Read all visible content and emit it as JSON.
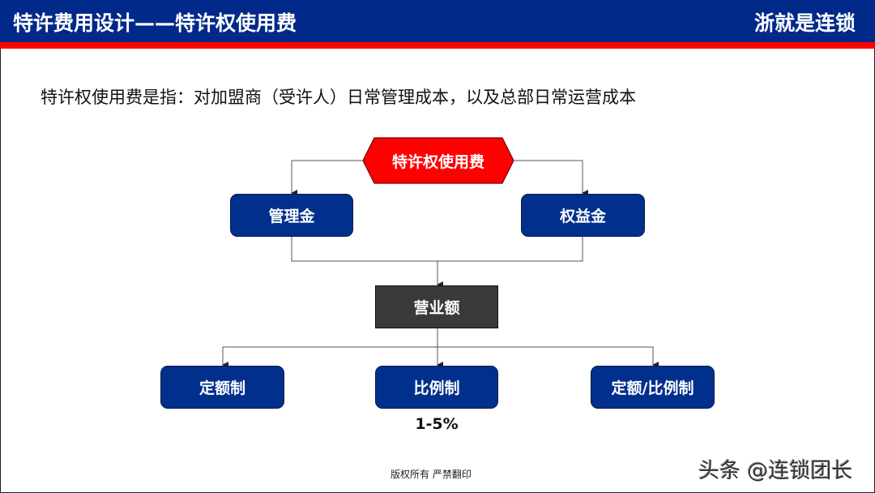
{
  "header": {
    "title": "特许费用设计——特许权使用费",
    "brand": "浙就是连锁",
    "colors": {
      "bar": "#00298a",
      "stripe": "#ff0000"
    }
  },
  "intro_text": "特许权使用费是指：对加盟商（受许人）日常管理成本，以及总部日常运营成本",
  "diagram": {
    "root": {
      "label": "特许权使用费",
      "color": "#ff0000"
    },
    "level1": [
      {
        "label": "管理金",
        "color": "#00308c"
      },
      {
        "label": "权益金",
        "color": "#00308c"
      }
    ],
    "base": {
      "label": "营业额",
      "color": "#3a3a3a"
    },
    "methods": [
      {
        "label": "定额制"
      },
      {
        "label": "比例制",
        "note": "1-5%"
      },
      {
        "label": "定额/比例制"
      }
    ]
  },
  "footer": {
    "copyright": "版权所有  严禁翻印",
    "watermark": "头条 @连锁团长"
  }
}
